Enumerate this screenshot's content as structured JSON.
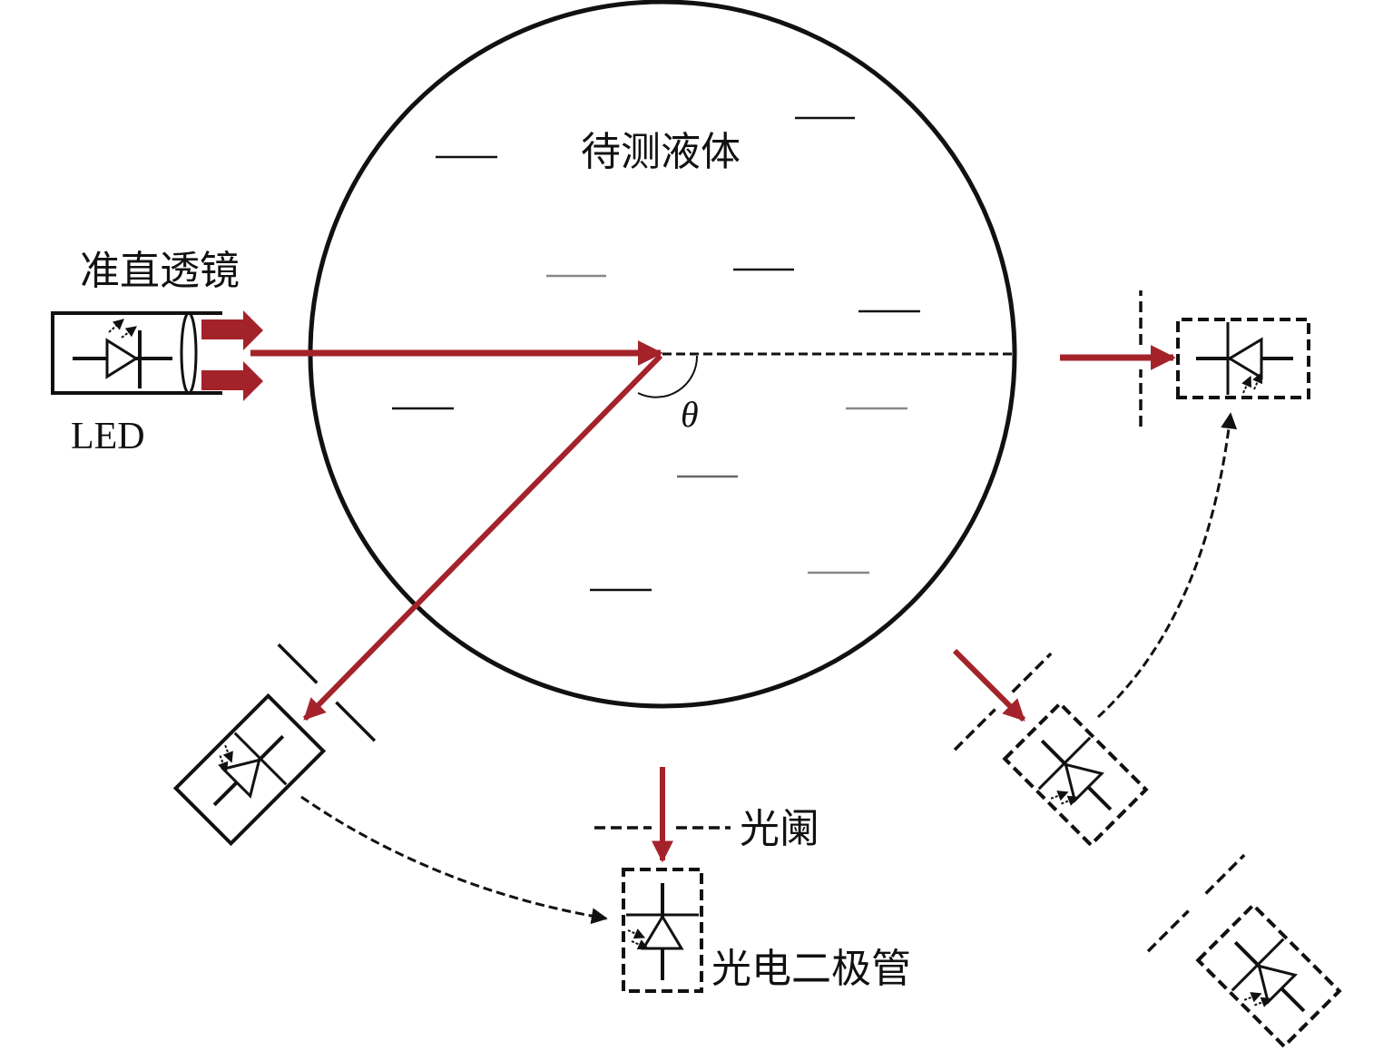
{
  "labels": {
    "liquid": "待测液体",
    "lens": "准直透镜",
    "led": "LED",
    "theta": "θ",
    "aperture": "光阑",
    "photodiode": "光电二极管"
  },
  "colors": {
    "beam": "#a4232a",
    "line": "#111111"
  }
}
